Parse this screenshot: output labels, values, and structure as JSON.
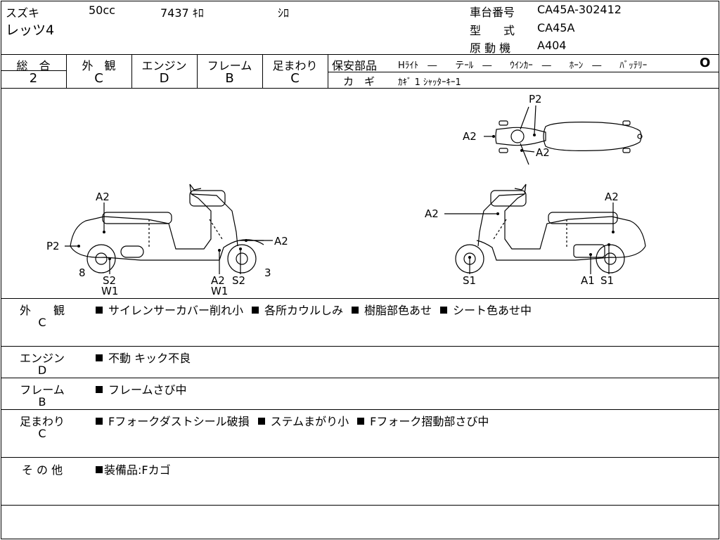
{
  "header": {
    "maker": "スズキ",
    "displacement": "50cc",
    "mileage": "7437 ｷﾛ",
    "color": "ｼﾛ",
    "model_name": "レッツ4",
    "frame_no_label": "車台番号",
    "frame_no": "CA45A-302412",
    "type_label": "型　　式",
    "type_value": "CA45A",
    "engine_label": "原 動 機",
    "engine_value": "A404"
  },
  "grades": [
    {
      "label": "総　合",
      "value": "2"
    },
    {
      "label": "外　観",
      "value": "C"
    },
    {
      "label": "エンジン",
      "value": "D"
    },
    {
      "label": "フレーム",
      "value": "B"
    },
    {
      "label": "足まわり",
      "value": "C"
    }
  ],
  "safety": {
    "label": "保安部品",
    "items": "Hﾗｲﾄ　―　　テｰﾙ　―　　ｳｲﾝｶｰ　―　　ﾎｰﾝ　―　　ﾊﾞｯﾃﾘｰ",
    "battery_mark": "O",
    "key_label": "カ　ギ",
    "key_value": "ｶｷﾞ 1 ｼｬｯﾀｰｷｰ1"
  },
  "diagram_labels": {
    "top_p2": "P2",
    "top_a2_left": "A2",
    "top_a2_right": "A2",
    "left_a2_top": "A2",
    "left_p2": "P2",
    "left_8": "8",
    "left_s2": "S2",
    "left_w1": "W1",
    "left_a2_front": "A2",
    "left_a2_fork": "A2",
    "left_w1_fork": "W1",
    "left_s2_front": "S2",
    "left_3": "3",
    "right_a2_front": "A2",
    "right_a2_seat": "A2",
    "right_s1_front": "S1",
    "right_a1": "A1",
    "right_s1_rear": "S1"
  },
  "remarks": [
    {
      "category": "外　　観",
      "grade": "C",
      "items": [
        "サイレンサーカバー削れ小",
        "各所カウルしみ",
        "樹脂部色あせ",
        "シート色あせ中"
      ]
    },
    {
      "category": "エンジン",
      "grade": "D",
      "items": [
        "不動 キック不良"
      ]
    },
    {
      "category": "フレーム",
      "grade": "B",
      "items": [
        "フレームさび中"
      ]
    },
    {
      "category": "足まわり",
      "grade": "C",
      "items": [
        "Fフォークダストシール破損",
        "ステムまがり小",
        "Fフォーク摺動部さび中"
      ]
    },
    {
      "category": "そ の 他",
      "grade": "",
      "items": [
        "装備品:Fカゴ"
      ]
    }
  ]
}
